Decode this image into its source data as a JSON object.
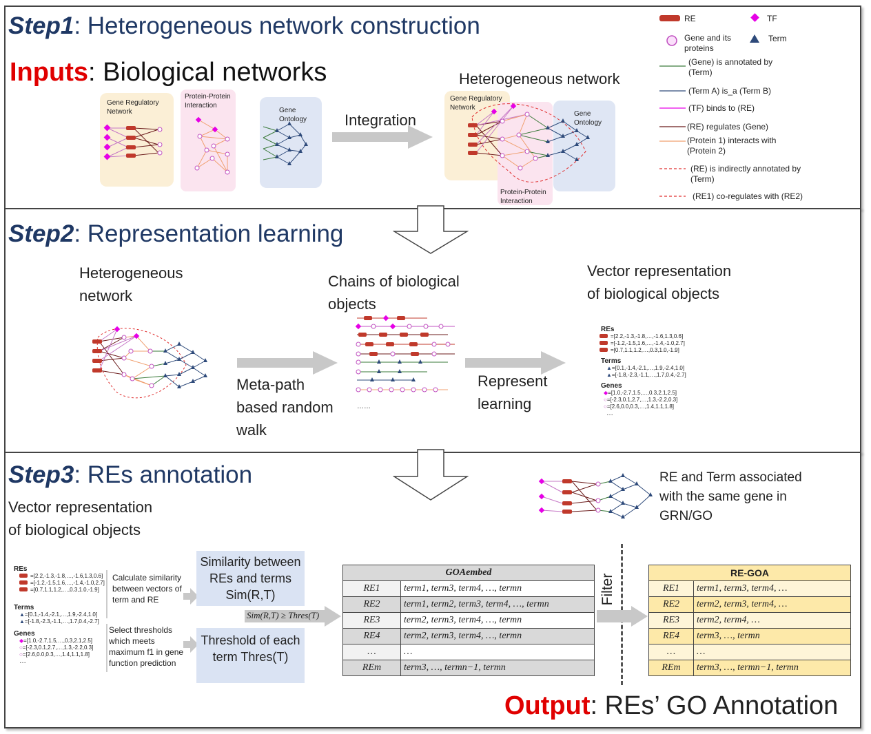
{
  "step1": {
    "label": "Step1",
    "title": ": Heterogeneous network construction",
    "inputs_label": "Inputs",
    "inputs_text": ": Biological networks",
    "grn_label": "Gene Regulatory Network",
    "ppi_label": "Protein-Protein Interaction",
    "go_label": "Gene Ontology",
    "integration": "Integration",
    "hetero_title": "Heterogeneous network",
    "hn_grn_label": "Gene Regulatory Network",
    "hn_go_label": "Gene Ontology",
    "hn_ppi_label": "Protein-Protein Interaction"
  },
  "legend": {
    "re": "RE",
    "tf": "TF",
    "gene": "Gene and its proteins",
    "term": "Term",
    "annotated": "(Gene) is annotated by (Term)",
    "isa": "(Term A) is_a (Term B)",
    "binds": "(TF) binds to (RE)",
    "regulates": "(RE) regulates (Gene)",
    "interacts": "(Protein 1) interacts with (Protein 2)",
    "indirect": "(RE) is indirectly annotated by (Term)",
    "coreg": "(RE1) co-regulates with (RE2)",
    "colors": {
      "re": "#c0392b",
      "tf": "#e600e6",
      "gene": "#d070d0",
      "term": "#2e4a7a"
    }
  },
  "step2": {
    "label": "Step2",
    "title": ": Representation learning",
    "hetero": "Heterogeneous network",
    "chains": "Chains of biological objects",
    "vector": "Vector representation of biological objects",
    "metapath": "Meta-path based random walk",
    "represent": "Represent learning",
    "dots": "……"
  },
  "vectors": {
    "res": "REs",
    "terms": "Terms",
    "genes": "Genes",
    "re_rows": [
      "=[2.2,-1.3,-1.8,…,-1.6,1.3,0.6]",
      "=[-1.2,-1.5,1.6,…,-1.4,-1.0,2.7]",
      "=[0.7,1.1,1.2,…,0.3,1.0,-1.9]"
    ],
    "term_rows": [
      "=[0.1,-1.4,-2.1,…,1.9,-2.4,1.0]",
      "=[-1.8,-2.3,-1.1,…,1.7,0.4,-2.7]"
    ],
    "gene_rows": [
      "=[1.0,-2.7,1.5,…,0.3,2.1,2.5]",
      "=[-2.3,0.1,2.7,…,1.3,-2.2,0.3]",
      "=[2.6,0.0,0.3,…,1.4,1.1,1.8]"
    ],
    "ellipsis": "…"
  },
  "step3": {
    "label": "Step3",
    "title": ": REs annotation",
    "vector": "Vector representation of biological objects",
    "calc": "Calculate similarity between vectors of term and RE",
    "select": "Select thresholds which meets maximum f1 in gene function prediction",
    "sim_box": "Similarity between REs and terms Sim(R,T)",
    "thres_box": "Threshold of each term Thres(T)",
    "condition": "Sim(R,T) ≥ Thres(T)",
    "re_term_note": "RE and Term associated with the same gene in GRN/GO",
    "filter": "Filter",
    "output_label": "Output",
    "output_text": ": REs’ GO Annotation"
  },
  "goa_embed": {
    "header": "GOAembed",
    "rows": [
      [
        "RE1",
        "term1, term3, term4, …, termn"
      ],
      [
        "RE2",
        "term1, term2, term3, term4, …, termn"
      ],
      [
        "RE3",
        "term2, term3, term4, …, termn"
      ],
      [
        "RE4",
        "term2, term3, term4, …, termn"
      ],
      [
        "…",
        "…"
      ],
      [
        "REm",
        "term3, …, termn−1, termn"
      ]
    ]
  },
  "re_goa": {
    "header": "RE-GOA",
    "rows": [
      [
        "RE1",
        "term1, term3, term4, …"
      ],
      [
        "RE2",
        "term2, term3, term4, …"
      ],
      [
        "RE3",
        "term2, term4, …"
      ],
      [
        "RE4",
        "term3, …, termn"
      ],
      [
        "…",
        "…"
      ],
      [
        "REm",
        "term3, …, termn−1, termn"
      ]
    ]
  }
}
